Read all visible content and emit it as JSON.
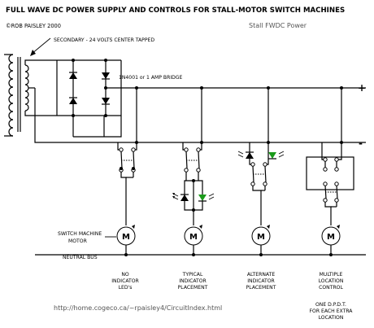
{
  "title": "FULL WAVE DC POWER SUPPLY AND CONTROLS FOR STALL-MOTOR SWITCH MACHINES",
  "copyright": "©ROB PAISLEY 2000",
  "subtitle": "Stall FWDC Power",
  "secondary_label": "SECONDARY - 24 VOLTS CENTER TAPPED",
  "bridge_label": "1N4001 or 1 AMP BRIDGE",
  "plus_sign": "+",
  "minus_sign": "-",
  "motor_symbol": "M",
  "motor_label": [
    "SWITCH MACHINE",
    "MOTOR"
  ],
  "neutral_label": "NEUTRAL BUS",
  "url": "http://home.cogeco.ca/~rpaisley4/CircuitIndex.html",
  "columns": [
    {
      "lines": [
        "NO",
        "INDICATOR",
        "LED's"
      ]
    },
    {
      "lines": [
        "TYPICAL",
        "INDICATOR",
        "PLACEMENT"
      ]
    },
    {
      "lines": [
        "ALTERNATE",
        "INDICATOR",
        "PLACEMENT"
      ]
    },
    {
      "lines": [
        "MULTIPLE",
        "LOCATION",
        "CONTROL"
      ]
    }
  ],
  "extra_note": [
    "ONE D.P.D.T.",
    "FOR EACH EXTRA",
    "LOCATION"
  ],
  "colors": {
    "wire": "#000000",
    "led_green": "#1a9a1a",
    "url_text": "#555555"
  }
}
